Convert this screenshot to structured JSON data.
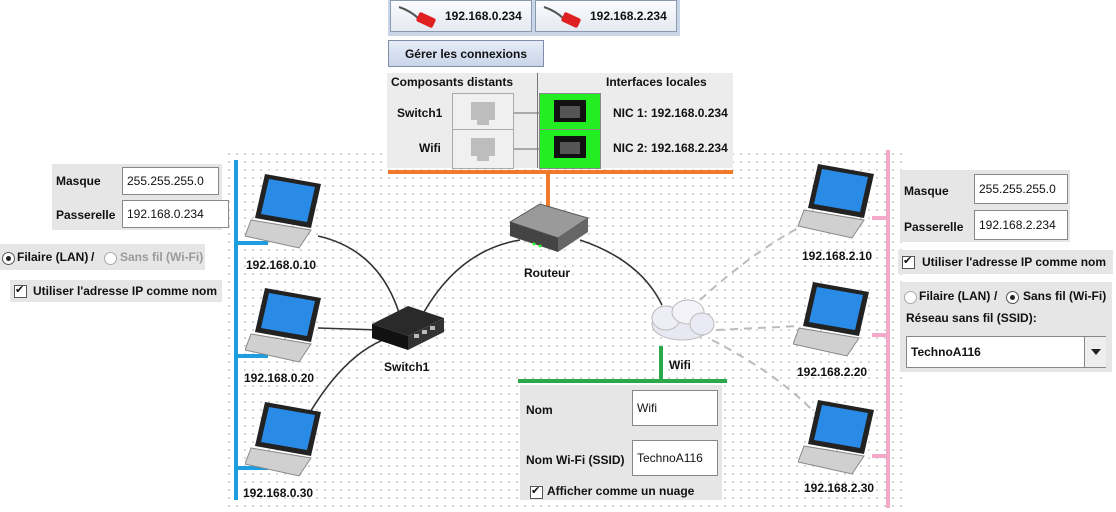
{
  "router_panel": {
    "connections": [
      "192.168.0.234",
      "192.168.2.234"
    ],
    "manage_button": "Gérer les connexions",
    "remote_header": "Composants distants",
    "local_header": "Interfaces locales",
    "remote": [
      "Switch1",
      "Wifi"
    ],
    "local": [
      "NIC 1: 192.168.0.234",
      "NIC 2: 192.168.2.234"
    ]
  },
  "left_panel": {
    "mask_label": "Masque",
    "mask_value": "255.255.255.0",
    "gateway_label": "Passerelle",
    "gateway_value": "192.168.0.234",
    "wired_label": "Filaire (LAN)",
    "separator": "/",
    "wireless_label": "Sans fil (Wi-Fi)",
    "use_ip_label": "Utiliser l'adresse IP comme nom"
  },
  "right_panel": {
    "mask_label": "Masque",
    "mask_value": "255.255.255.0",
    "gateway_label": "Passerelle",
    "gateway_value": "192.168.2.234",
    "use_ip_label": "Utiliser l'adresse IP comme nom",
    "wired_label": "Filaire (LAN)",
    "separator": "/",
    "wireless_label": "Sans fil (Wi-Fi)",
    "ssid_label": "Réseau sans fil (SSID):",
    "ssid_value": "TechnoA116"
  },
  "wifi_panel": {
    "name_label": "Nom",
    "name_value": "Wifi",
    "ssid_label": "Nom Wi-Fi (SSID)",
    "ssid_value": "TechnoA116",
    "cloud_label": "Afficher comme un nuage"
  },
  "network": {
    "router_label": "Routeur",
    "switch_label": "Switch1",
    "wifi_label": "Wifi",
    "left_hosts": [
      "192.168.0.10",
      "192.168.0.20",
      "192.168.0.30"
    ],
    "right_hosts": [
      "192.168.2.10",
      "192.168.2.20",
      "192.168.2.30"
    ]
  },
  "colors": {
    "lan0": "#1e9ee0",
    "lan2": "#f5a9c8",
    "router_bus": "#f07a2a",
    "wifi_bus": "#2aa84a",
    "port_active": "#22ee22"
  }
}
